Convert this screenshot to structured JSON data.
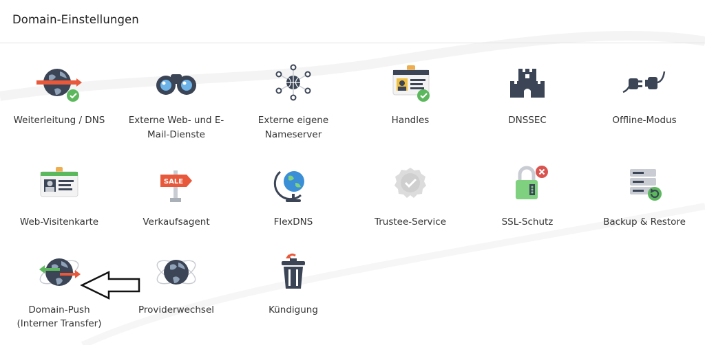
{
  "header": {
    "title": "Domain-Einstellungen"
  },
  "tiles": [
    {
      "label_lines": [
        "Weiterleitung / DNS"
      ],
      "icon": "globe-forward-icon",
      "status": "check"
    },
    {
      "label_lines": [
        "Externe Web- und E-",
        "Mail-Dienste"
      ],
      "icon": "binoculars-icon"
    },
    {
      "label_lines": [
        "Externe eigene",
        "Nameserver"
      ],
      "icon": "network-globe-icon"
    },
    {
      "label_lines": [
        "Handles"
      ],
      "icon": "id-badge-icon",
      "status": "check"
    },
    {
      "label_lines": [
        "DNSSEC"
      ],
      "icon": "castle-icon"
    },
    {
      "label_lines": [
        "Offline-Modus"
      ],
      "icon": "unplugged-icon"
    },
    {
      "label_lines": [
        "Web-Visitenkarte"
      ],
      "icon": "business-card-icon"
    },
    {
      "label_lines": [
        "Verkaufsagent"
      ],
      "icon": "sale-sign-icon",
      "sign_text": "SALE"
    },
    {
      "label_lines": [
        "FlexDNS"
      ],
      "icon": "desk-globe-icon"
    },
    {
      "label_lines": [
        "Trustee-Service"
      ],
      "icon": "trust-seal-icon"
    },
    {
      "label_lines": [
        "SSL-Schutz"
      ],
      "icon": "padlock-icon",
      "status": "error"
    },
    {
      "label_lines": [
        "Backup & Restore"
      ],
      "icon": "server-restore-icon"
    },
    {
      "label_lines": [
        "Domain-Push",
        "(Interner Transfer)"
      ],
      "icon": "globe-push-icon"
    },
    {
      "label_lines": [
        "Providerwechsel"
      ],
      "icon": "globe-orbit-icon"
    },
    {
      "label_lines": [
        "Kündigung"
      ],
      "icon": "trash-icon"
    }
  ],
  "annotation": {
    "icon": "pointer-arrow-icon"
  },
  "colors": {
    "dark": "#3b4556",
    "red": "#e8583a",
    "green": "#5cb85c",
    "blue": "#3a8fd6",
    "error": "#d9534f"
  }
}
